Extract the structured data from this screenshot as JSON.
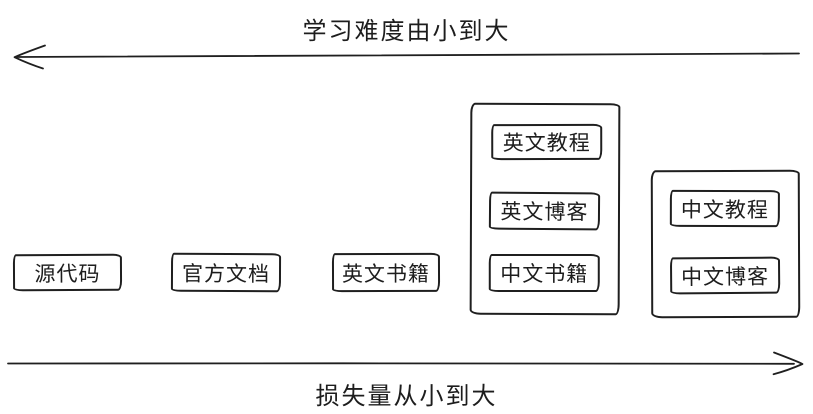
{
  "background": "#ffffff",
  "stroke_color": "#1f1f1f",
  "top_axis": {
    "label": "学习难度由小到大",
    "direction": "left"
  },
  "bottom_axis": {
    "label": "损失量从小到大",
    "direction": "right"
  },
  "nodes": [
    {
      "label": "源代码"
    },
    {
      "label": "官方文档"
    },
    {
      "label": "英文书籍"
    }
  ],
  "groups": [
    {
      "nodes": [
        {
          "label": "英文教程"
        },
        {
          "label": "英文博客"
        },
        {
          "label": "中文书籍"
        }
      ]
    },
    {
      "nodes": [
        {
          "label": "中文教程"
        },
        {
          "label": "中文博客"
        }
      ]
    }
  ]
}
